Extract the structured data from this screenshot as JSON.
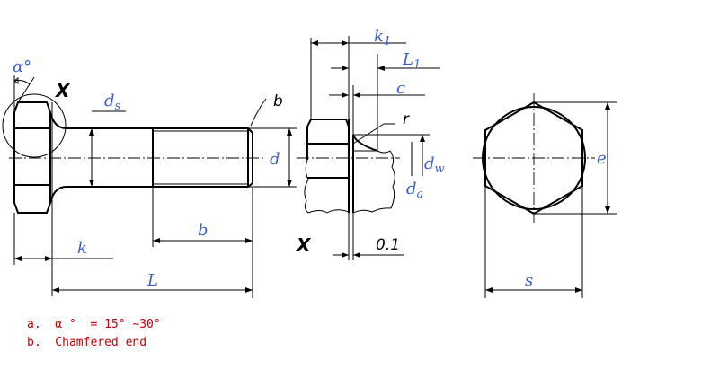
{
  "labels": {
    "alpha": "α°",
    "x_view": "X",
    "x_detail": "X",
    "ds": "d",
    "ds_sub": "s",
    "b_chamfer": "b",
    "d": "d",
    "k": "k",
    "b": "b",
    "L": "L",
    "k1": "k",
    "k1_sub": "1",
    "L1": "L",
    "L1_sub": "1",
    "c": "c",
    "r": "r",
    "dw": "d",
    "dw_sub": "w",
    "da": "d",
    "da_sub": "a",
    "tol": "0.1",
    "e": "e",
    "s": "s"
  },
  "notes": [
    "a.  α °  = 15° ~30°",
    "b.  Chamfered end"
  ],
  "colors": {
    "dimension_text": "#3a5fcd",
    "note_text": "#cc0000",
    "lines": "#000000"
  }
}
